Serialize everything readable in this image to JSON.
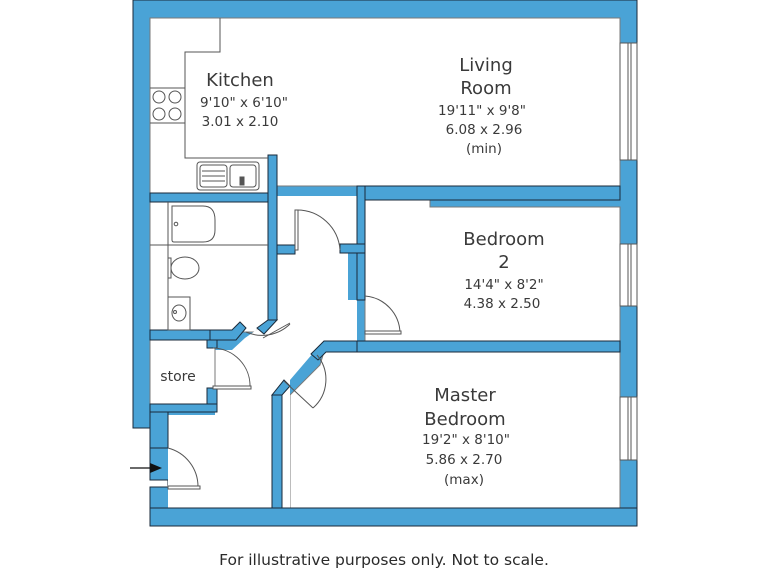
{
  "plan": {
    "wall_color": "#4aa3d6",
    "wall_stroke": "#1a2a3a",
    "fixture_stroke": "#555555",
    "rooms": [
      {
        "id": "kitchen",
        "name_lines": [
          "Kitchen"
        ],
        "imperial": "9'10\"  x 6'10\"",
        "metric": "3.01  x  2.10",
        "note": ""
      },
      {
        "id": "living-room",
        "name_lines": [
          "Living",
          "Room"
        ],
        "imperial": "19'11\" x   9'8\"",
        "metric": "6.08  x  2.96",
        "note": "(min)"
      },
      {
        "id": "bedroom-2",
        "name_lines": [
          "Bedroom",
          "2"
        ],
        "imperial": "14'4\"  x   8'2\"",
        "metric": "4.38  x  2.50",
        "note": ""
      },
      {
        "id": "master-bedroom",
        "name_lines": [
          "Master",
          "Bedroom"
        ],
        "imperial": "19'2\"  x  8'10\"",
        "metric": "5.86  x  2.70",
        "note": "(max)"
      },
      {
        "id": "store",
        "name_lines": [
          "store"
        ],
        "imperial": "",
        "metric": "",
        "note": ""
      }
    ],
    "icons": [
      "hob-icon",
      "sink-icon",
      "bath-icon",
      "toilet-icon",
      "basin-icon",
      "entrance-arrow-icon",
      "door-swing-icon",
      "window-icon"
    ]
  },
  "footer": {
    "disclaimer": "For illustrative purposes only. Not to scale."
  }
}
